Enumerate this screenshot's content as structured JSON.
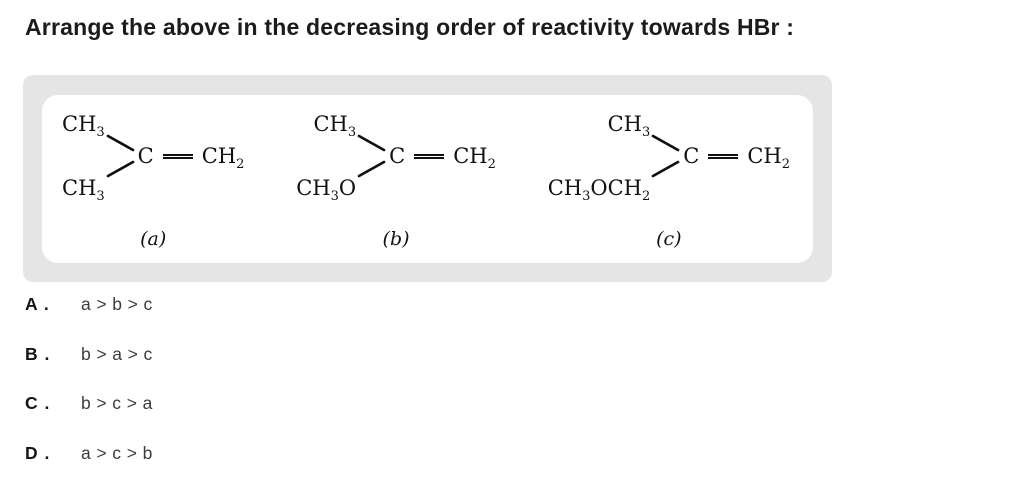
{
  "question": {
    "title": "Arrange the above in the decreasing order of reactivity towards HBr :"
  },
  "figure": {
    "structures": [
      {
        "top_group": "CH3",
        "bottom_group": "CH3",
        "center_atom": "C",
        "right_group": "CH2",
        "label": "(a)"
      },
      {
        "top_group": "CH3",
        "bottom_group": "CH3O",
        "center_atom": "C",
        "right_group": "CH2",
        "label": "(b)"
      },
      {
        "top_group": "CH3",
        "bottom_group": "CH3OCH2",
        "center_atom": "C",
        "right_group": "CH2",
        "label": "(c)"
      }
    ]
  },
  "options": [
    {
      "label": "A .",
      "text": "a > b > c"
    },
    {
      "label": "B .",
      "text": "b > a > c"
    },
    {
      "label": "C .",
      "text": "b > c > a"
    },
    {
      "label": "D .",
      "text": "a > c > b"
    }
  ],
  "colors": {
    "panel_background": "#e5e5e6",
    "card_background": "#ffffff",
    "title_text": "#1b1b1b",
    "option_text": "#3c3c3c",
    "structure_ink": "#111111"
  }
}
